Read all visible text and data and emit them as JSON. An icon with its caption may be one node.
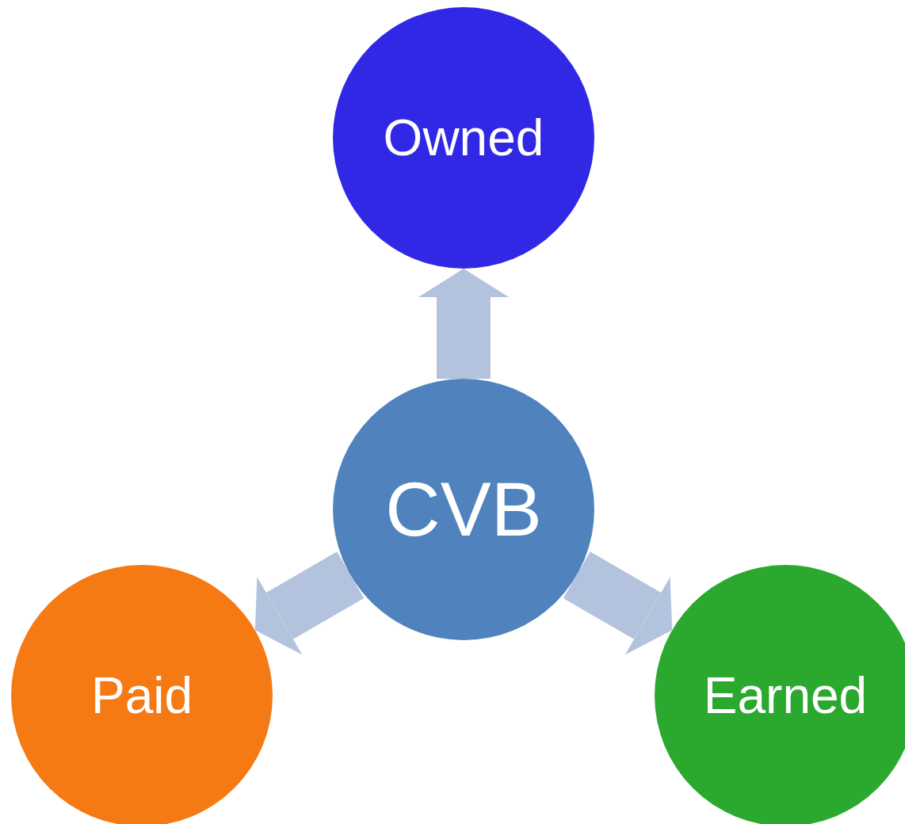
{
  "diagram": {
    "nodes": [
      {
        "text": [
          "Owned"
        ]
      },
      {
        "text": [
          "CVB"
        ]
      },
      {
        "text": [
          "Paid"
        ]
      },
      {
        "text": [
          "Earned"
        ]
      }
    ],
    "edges": [
      {
        "from": 1,
        "to": 0,
        "arrow": "to"
      },
      {
        "from": 1,
        "to": 2,
        "arrow": "to"
      },
      {
        "from": 1,
        "to": 3,
        "arrow": "to"
      }
    ]
  }
}
